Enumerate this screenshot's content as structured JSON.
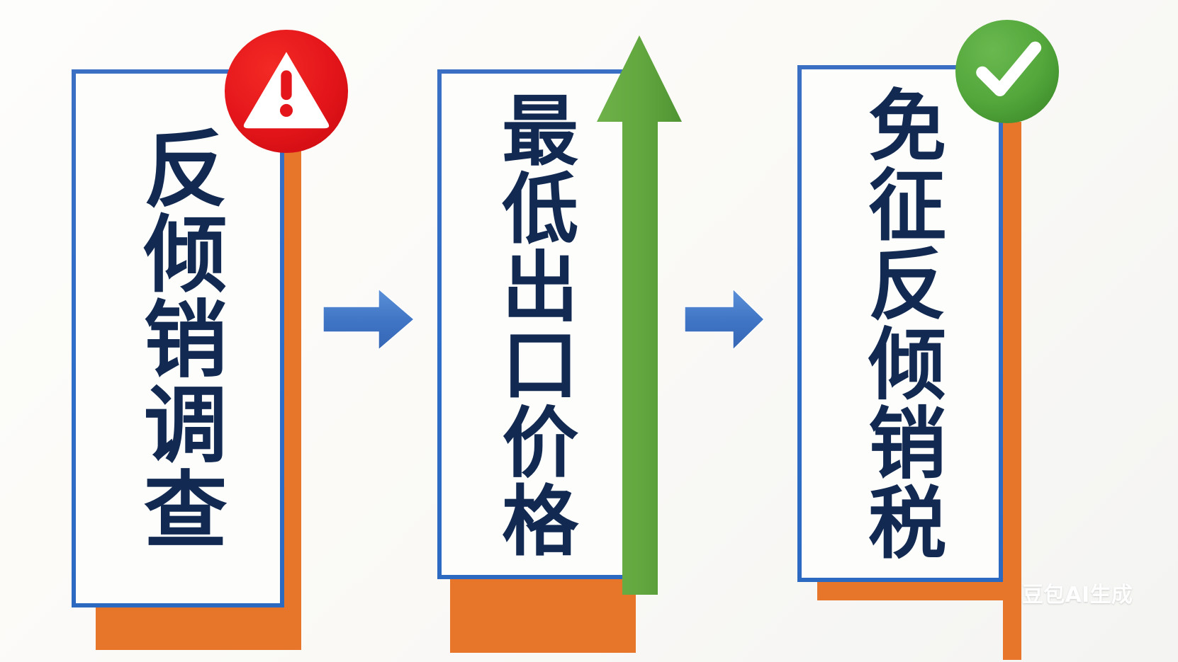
{
  "diagram": {
    "title_sequence": "反倾销调查 → 最低出口价格 → 免征反倾销税",
    "steps": [
      {
        "id": "step-1",
        "label": "反倾销调查",
        "badge": "warning-icon",
        "badge_color": "#e5161b",
        "border_color": "#2f6ec9",
        "shadow_color": "#e8762a",
        "text_color": "#122a52"
      },
      {
        "id": "step-2",
        "label": "最低出口价格",
        "badge": "up-arrow-icon",
        "badge_color": "#6aac44",
        "border_color": "#2f6ec9",
        "shadow_color": "#e8762a",
        "text_color": "#122a52"
      },
      {
        "id": "step-3",
        "label": "免征反倾销税",
        "badge": "check-circle-icon",
        "badge_color": "#53a73b",
        "border_color": "#2f6ec9",
        "shadow_color": "#e8762a",
        "text_color": "#122a52"
      }
    ],
    "connectors": [
      {
        "id": "connector-1",
        "icon": "arrow-right-icon",
        "color": "#4178c8"
      },
      {
        "id": "connector-2",
        "icon": "arrow-right-icon",
        "color": "#4178c8"
      }
    ],
    "watermark": "豆包AI生成",
    "background_color": "#fbfaf7"
  }
}
